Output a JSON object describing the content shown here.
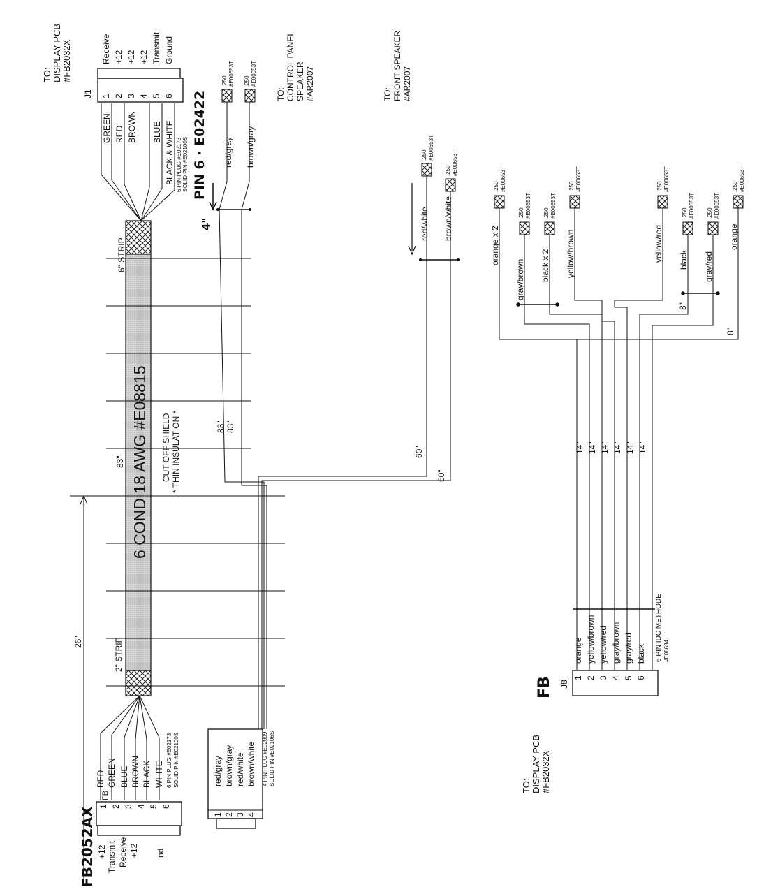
{
  "top_left_dest": {
    "to": "TO:",
    "name": "DISPLAY PCB",
    "part": "#FB2032X"
  },
  "j1": {
    "label": "J1",
    "pins": [
      "1",
      "2",
      "3",
      "4",
      "5",
      "6"
    ],
    "signals": [
      "Receive",
      "+12",
      "+12",
      "+12",
      "Transmit",
      "Ground"
    ],
    "wires": [
      "GREEN",
      "RED",
      "BROWN",
      "",
      "BLUE",
      "BLACK & WHITE"
    ],
    "plug_note": "6 PIN PLUG #E02173",
    "pin_note": "SOLID PIN #E02100S",
    "hand_note": "PIN 6 · E02422"
  },
  "cp_speaker": {
    "to": "TO:",
    "l1": "CONTROL PANEL",
    "l2": "SPEAKER",
    "part": "#AR2007",
    "wires": [
      "red/gray",
      "brown/gray"
    ],
    "terminal_size": ".250",
    "terminal_part": "#E00653T",
    "strip_len": "4\""
  },
  "front_speaker": {
    "to": "TO:",
    "l1": "FRONT SPEAKER",
    "part": "#AR2007",
    "wires": [
      "red/white",
      "brown/white"
    ],
    "terminal_size": ".250",
    "terminal_part": "#E00653T"
  },
  "cable": {
    "title": "6 COND 18 AWG #E08815",
    "strip_top": "6\" STRIP",
    "strip_bottom": "2\" STRIP",
    "len_main": "83\"",
    "len_26": "26\"",
    "cut": "CUT OFF SHIELD",
    "thin": "* THIN INSULATION *",
    "len_83a": "83\"",
    "len_83b": "83\"",
    "len_60a": "60\"",
    "len_60b": "60\""
  },
  "fb_left": {
    "hand_label": "FB2052AX",
    "hdr": "FB",
    "pins": [
      "1",
      "2",
      "3",
      "4",
      "5",
      "6"
    ],
    "signals": [
      "+12",
      "Transmit",
      "Receive",
      "+12",
      "",
      "nd"
    ],
    "wires": [
      "RED",
      "GREEN",
      "BLUE",
      "BROWN",
      "BLACK",
      "WHITE"
    ],
    "plug_note": "6 PIN PLUG #E02173",
    "pin_note": "SOLID PIN #E02100S"
  },
  "plug4": {
    "pins": [
      "1",
      "2",
      "3",
      "4"
    ],
    "wires": [
      "red/gray",
      "brown/gray",
      "red/white",
      "brown/white"
    ],
    "plug_note": "4 PIN PLUG #E02099",
    "pin_note": "SOLID PIN #E02106S"
  },
  "right_terminals": {
    "items": [
      "orange x 2",
      "gray/brown",
      "black x 2",
      "yellow/brown",
      "yellow/red",
      "black",
      "gray/red",
      "orange"
    ],
    "size": ".250",
    "part": "#E00653T",
    "len_8a": "8\"",
    "len_8b": "8\""
  },
  "j8": {
    "label": "J8",
    "hand": "FB",
    "pins": [
      "1",
      "2",
      "3",
      "4",
      "5",
      "6"
    ],
    "wires": [
      "orange",
      "yellow/brown",
      "yellow/red",
      "gray/brown",
      "gray/red",
      "black"
    ],
    "idc_note": "6 PIN IDC METHODE",
    "idc_part": "#E08634",
    "len14": [
      "14\"",
      "14\"",
      "14\"",
      "14\"",
      "14\"",
      "14\""
    ]
  },
  "bottom_dest": {
    "to": "TO:",
    "name": "DISPLAY PCB",
    "part": "#FB2032X"
  }
}
